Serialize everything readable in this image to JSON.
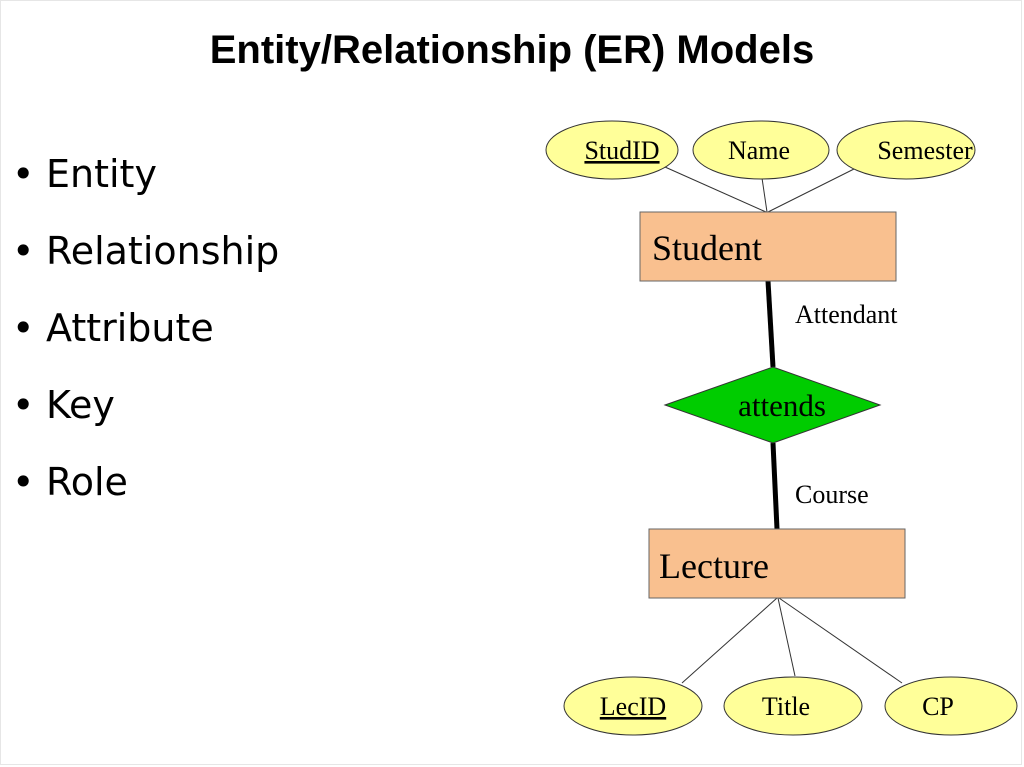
{
  "title": "Entity/Relationship (ER) Models",
  "bullets": [
    {
      "marker": "•",
      "text": "Entity"
    },
    {
      "marker": "•",
      "text": "Relationship"
    },
    {
      "marker": "•",
      "text": "Attribute"
    },
    {
      "marker": "•",
      "text": "Key"
    },
    {
      "marker": "•",
      "text": "Role"
    }
  ],
  "diagram": {
    "entities": {
      "student": "Student",
      "lecture": "Lecture"
    },
    "relationship": "attends",
    "roles": {
      "student_role": "Attendant",
      "lecture_role": "Course"
    },
    "student_attributes": [
      {
        "label": "StudID",
        "key": true
      },
      {
        "label": "Name",
        "key": false
      },
      {
        "label": "Semester",
        "key": false
      }
    ],
    "lecture_attributes": [
      {
        "label": "LecID",
        "key": true
      },
      {
        "label": "Title",
        "key": false
      },
      {
        "label": "CP",
        "key": false
      }
    ],
    "colors": {
      "entity_fill": "#f9c08f",
      "attribute_fill": "#ffff99",
      "relationship_fill": "#00cc00"
    }
  }
}
